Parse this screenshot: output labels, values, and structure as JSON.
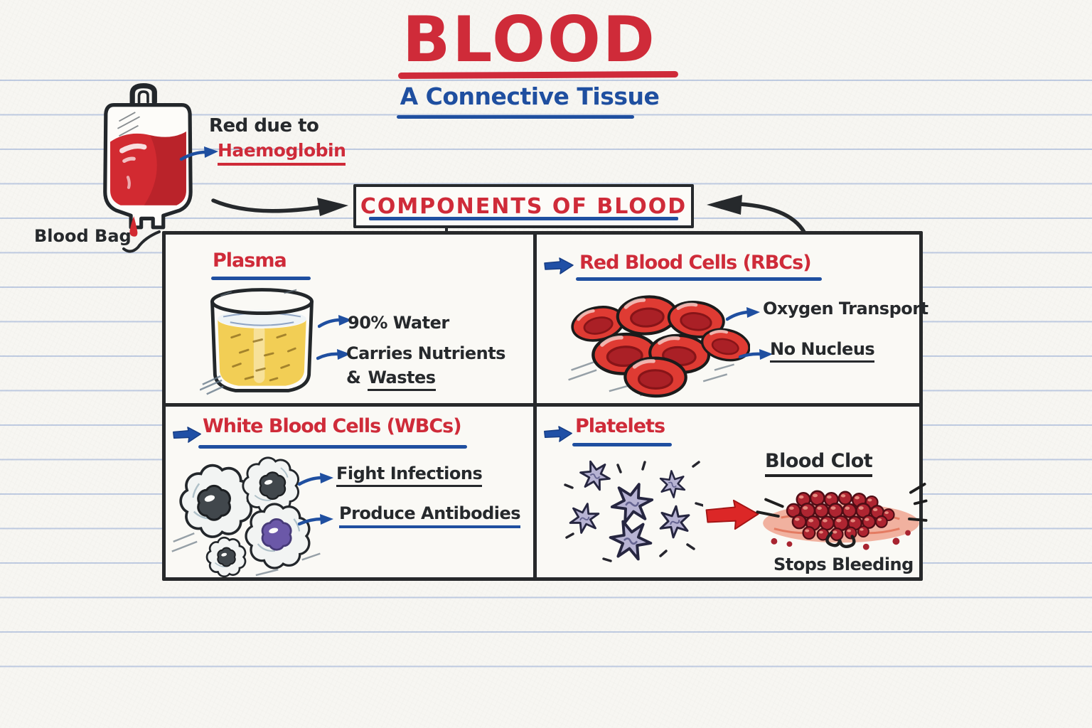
{
  "page": {
    "title": "BLOOD",
    "subtitle": "A Connective Tissue"
  },
  "blood_bag": {
    "caption": "Blood Bag",
    "note_line1": "Red due to",
    "note_line2": "Haemoglobin"
  },
  "components_box": {
    "label": "COMPONENTS OF BLOOD"
  },
  "plasma": {
    "title": "Plasma",
    "fact_water": "90% Water",
    "fact_nutrients": "Carries Nutrients",
    "fact_wastes_prefix": "&",
    "fact_wastes": "Wastes"
  },
  "rbc": {
    "title": "Red Blood Cells (RBCs)",
    "fact_oxygen": "Oxygen Transport",
    "fact_nucleus": "No Nucleus"
  },
  "wbc": {
    "title": "White Blood Cells (WBCs)",
    "fact_infections": "Fight Infections",
    "fact_antibodies": "Produce Antibodies"
  },
  "platelets": {
    "title": "Platelets",
    "clot_title": "Blood Clot",
    "clot_caption": "Stops Bleeding"
  },
  "colors": {
    "marker_red": "#cf2b39",
    "marker_blue": "#1f4fa0",
    "ink_black": "#26292c",
    "paper": "#f7f6f2",
    "ruled_line": "#9bb4dc",
    "plasma_yellow": "#f2ce55",
    "rbc_red": "#df3b33",
    "platelet_lavender": "#b7b3d3",
    "clot_red": "#ae2531"
  }
}
